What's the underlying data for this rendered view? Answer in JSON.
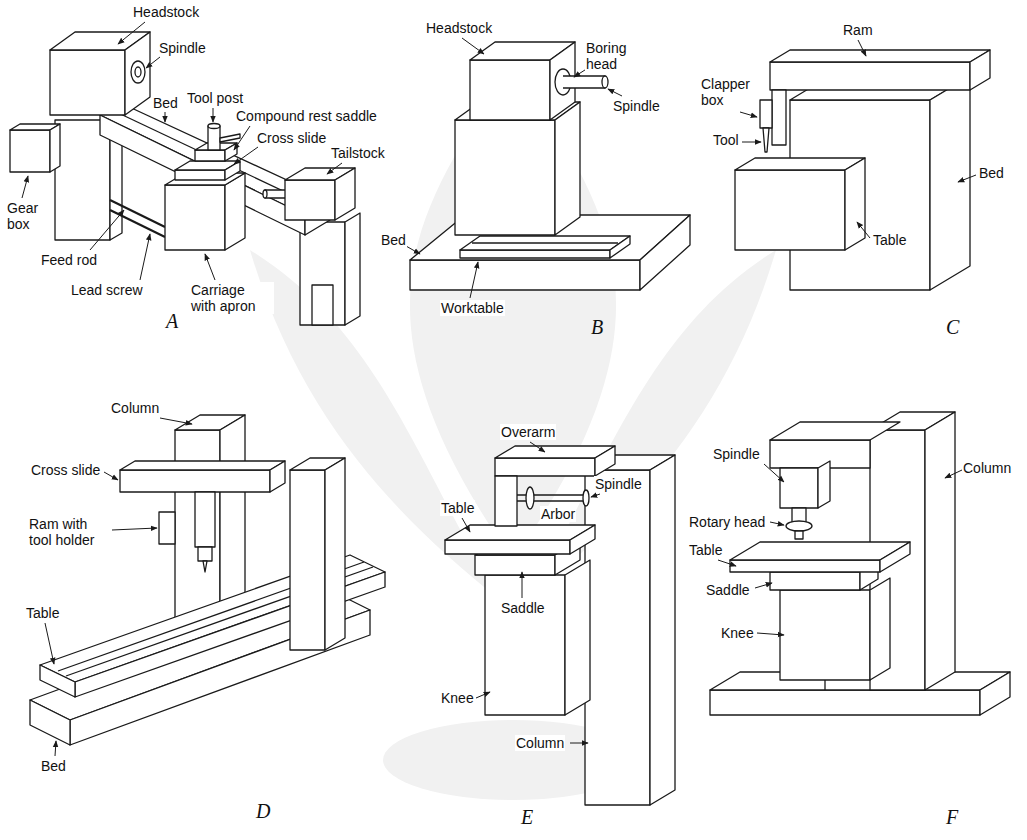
{
  "diagram": {
    "labels": [
      "Headstock",
      "Spindle",
      "Bed",
      "Tool post",
      "Compound rest saddle",
      "Cross slide",
      "Tailstock",
      "Gear box",
      "Feed rod",
      "Lead screw",
      "Carriage with apron",
      "A",
      "Headstock",
      "Boring head",
      "Spindle",
      "Bed",
      "Worktable",
      "B",
      "Ram",
      "Clapper box",
      "Tool",
      "Bed",
      "Table",
      "C",
      "Column",
      "Cross slide",
      "Ram with tool holder",
      "Table",
      "Bed",
      "D",
      "Overarm",
      "Table",
      "Spindle",
      "Arbor",
      "Saddle",
      "Column",
      "Knee",
      "E",
      "Spindle",
      "Rotary head",
      "Column",
      "Table",
      "Saddle",
      "Knee",
      "F"
    ]
  }
}
